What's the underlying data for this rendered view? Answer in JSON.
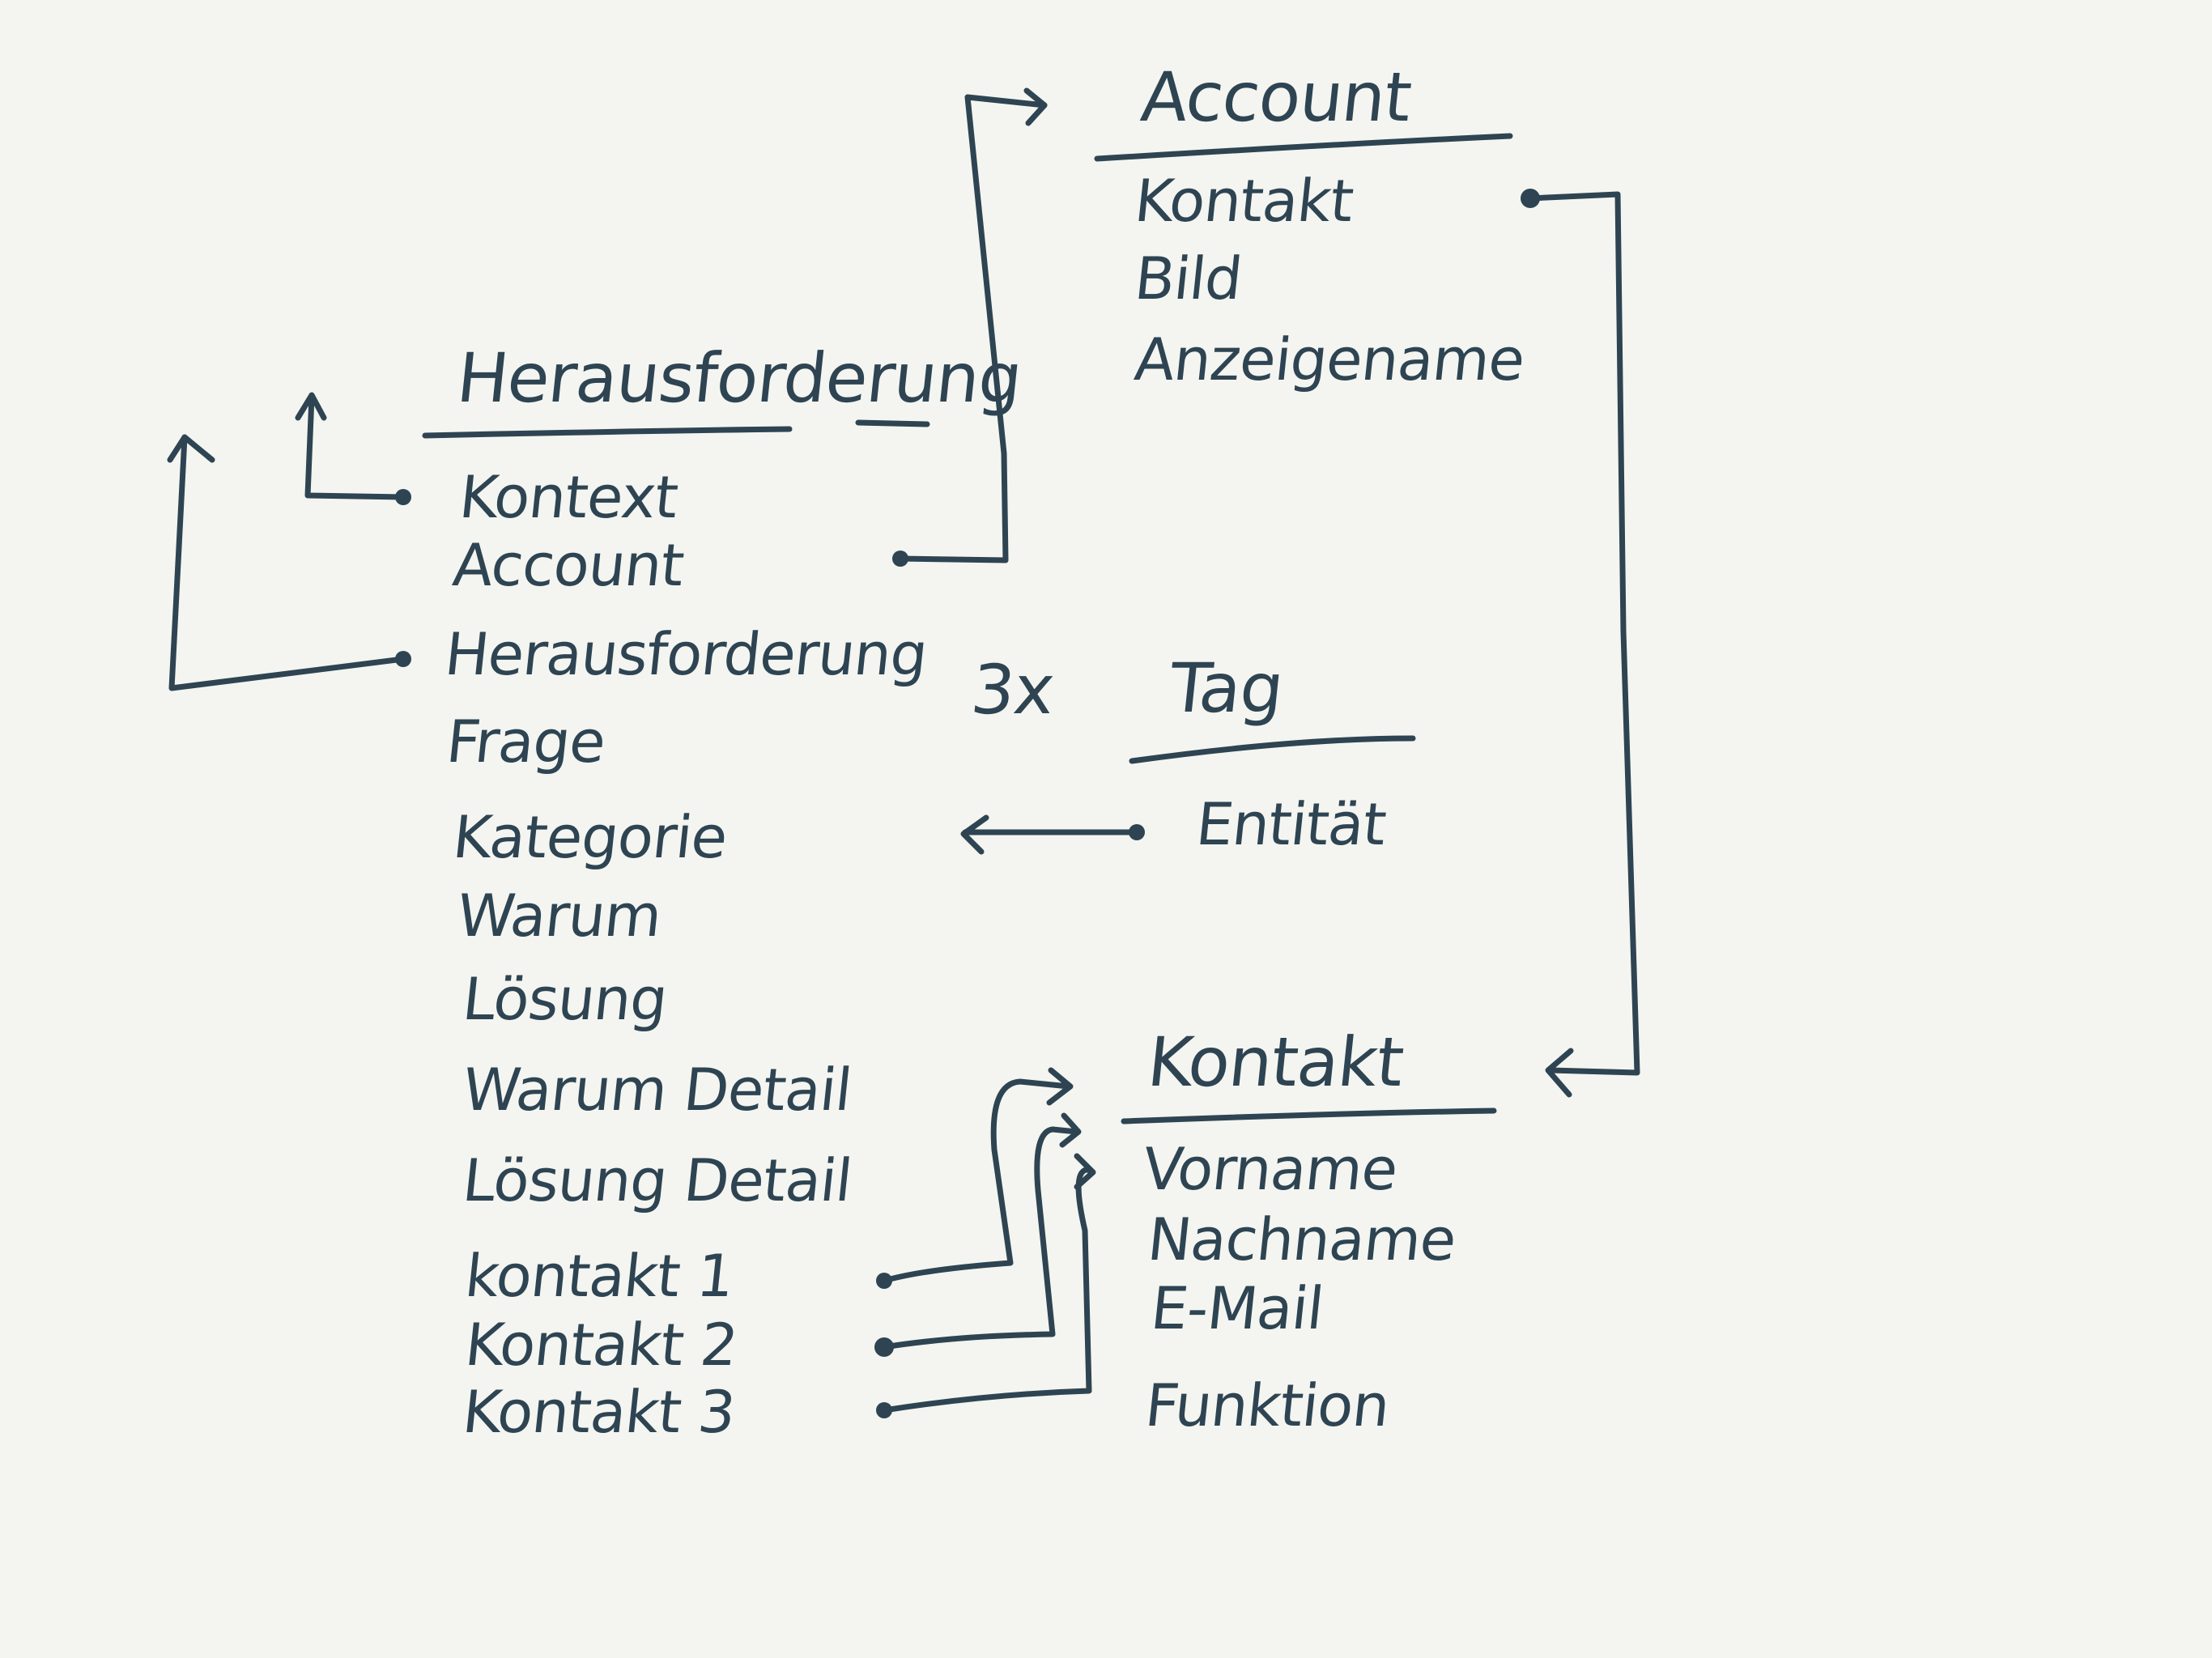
{
  "entities": {
    "herausforderung": {
      "title": "Herausforderung",
      "fields": [
        "Kontext",
        "Account",
        "Herausforderung",
        "Frage",
        "Kategorie",
        "Warum",
        "Lösung",
        "Warum Detail",
        "Lösung Detail",
        "kontakt 1",
        "Kontakt 2",
        "Kontakt 3"
      ]
    },
    "account": {
      "title": "Account",
      "fields": [
        "Kontakt",
        "Bild",
        "Anzeigename"
      ]
    },
    "tag": {
      "title": "Tag",
      "multiplicity": "3x",
      "fields": [
        "Entität"
      ]
    },
    "kontakt": {
      "title": "Kontakt",
      "fields": [
        "Vorname",
        "Nachname",
        "E-Mail",
        "Funktion"
      ]
    }
  },
  "colors": {
    "ink": "#2e4452",
    "paper": "#f4f5f0"
  }
}
